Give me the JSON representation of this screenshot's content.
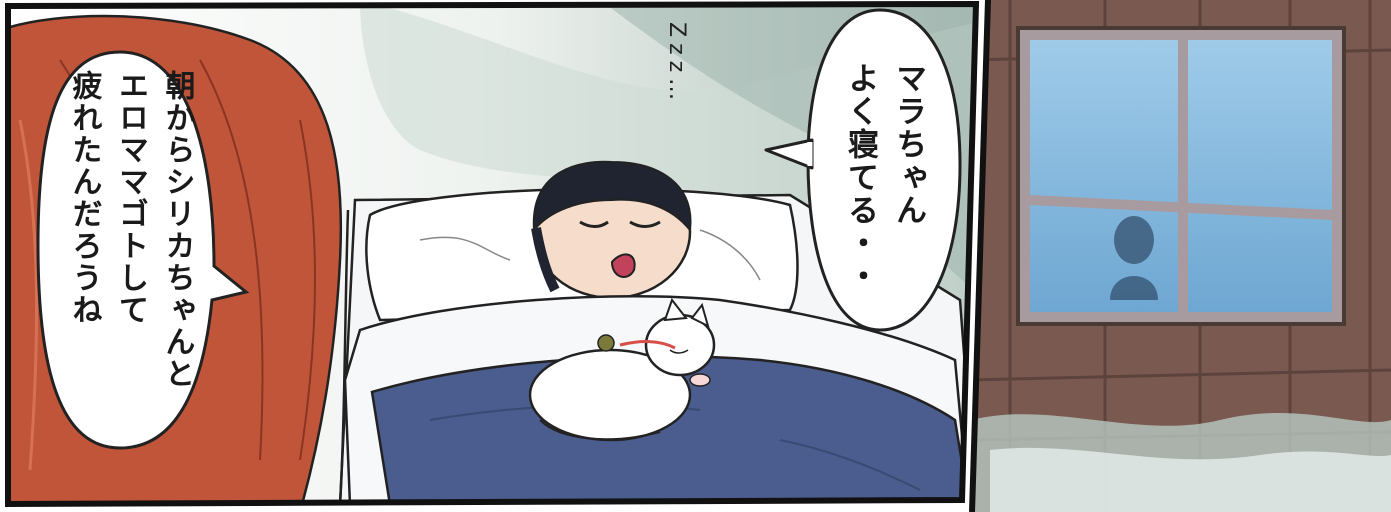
{
  "left_panel": {
    "speech_bubble_left": {
      "lines": [
        "朝からシリカちゃんと",
        "エロママゴトして",
        "疲れたんだろうね"
      ]
    },
    "speech_bubble_right": {
      "lines": [
        "マラちゃん",
        "よく寝てる・・"
      ]
    },
    "sleep_sfx": "Zzz…"
  },
  "colors": {
    "hair": "#c0553a",
    "blanket": "#4a5d8e",
    "wall_panel": "#7a5a50",
    "window_glass": "#8fc1e3"
  }
}
